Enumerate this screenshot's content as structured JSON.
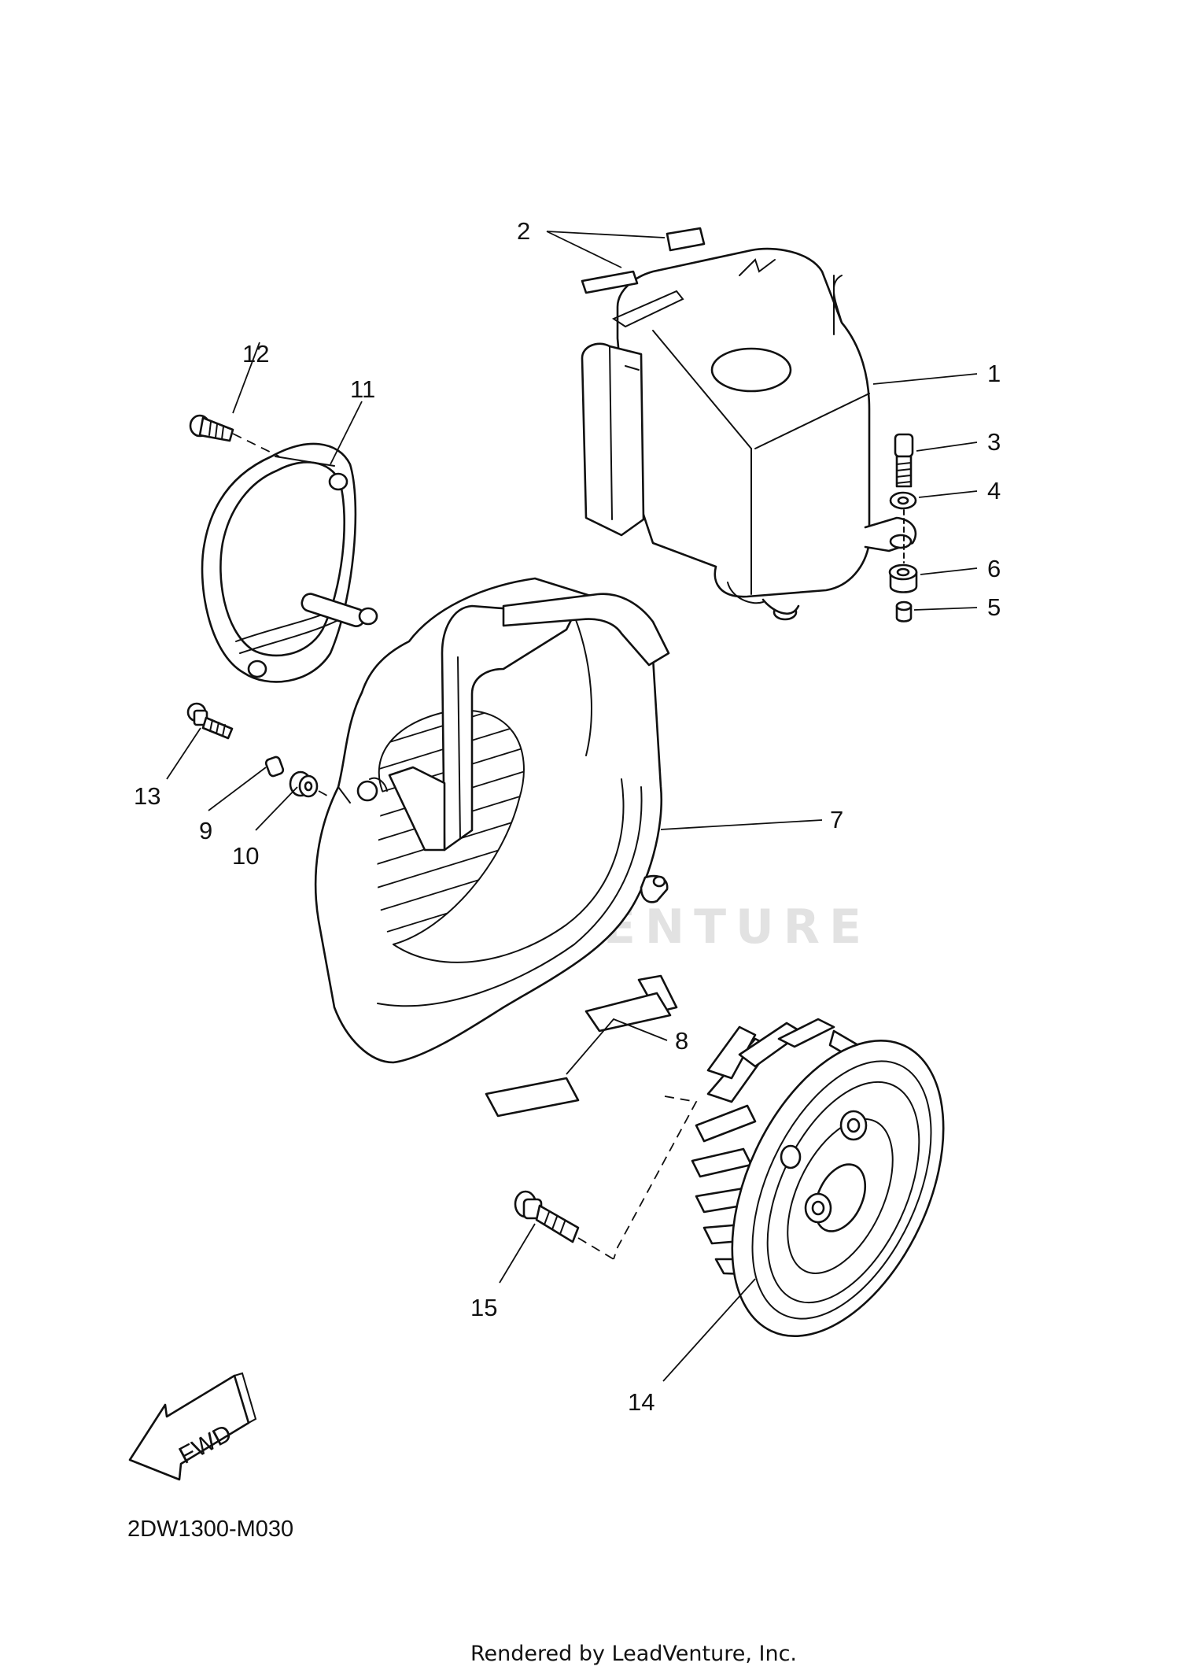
{
  "diagram": {
    "callouts": [
      {
        "id": "1",
        "label": "1"
      },
      {
        "id": "2",
        "label": "2"
      },
      {
        "id": "3",
        "label": "3"
      },
      {
        "id": "4",
        "label": "4"
      },
      {
        "id": "5",
        "label": "5"
      },
      {
        "id": "6",
        "label": "6"
      },
      {
        "id": "7",
        "label": "7"
      },
      {
        "id": "8",
        "label": "8"
      },
      {
        "id": "9",
        "label": "9"
      },
      {
        "id": "10",
        "label": "10"
      },
      {
        "id": "11",
        "label": "11"
      },
      {
        "id": "12",
        "label": "12"
      },
      {
        "id": "13",
        "label": "13"
      },
      {
        "id": "14",
        "label": "14"
      },
      {
        "id": "15",
        "label": "15"
      }
    ],
    "fwd_label": "FWD",
    "drawing_code": "2DW1300-M030",
    "watermark": "LEADVENTURE",
    "footer": "Rendered by LeadVenture, Inc."
  },
  "colors": {
    "line": "#111111",
    "background": "#ffffff",
    "watermark": "#e2e2e2"
  }
}
